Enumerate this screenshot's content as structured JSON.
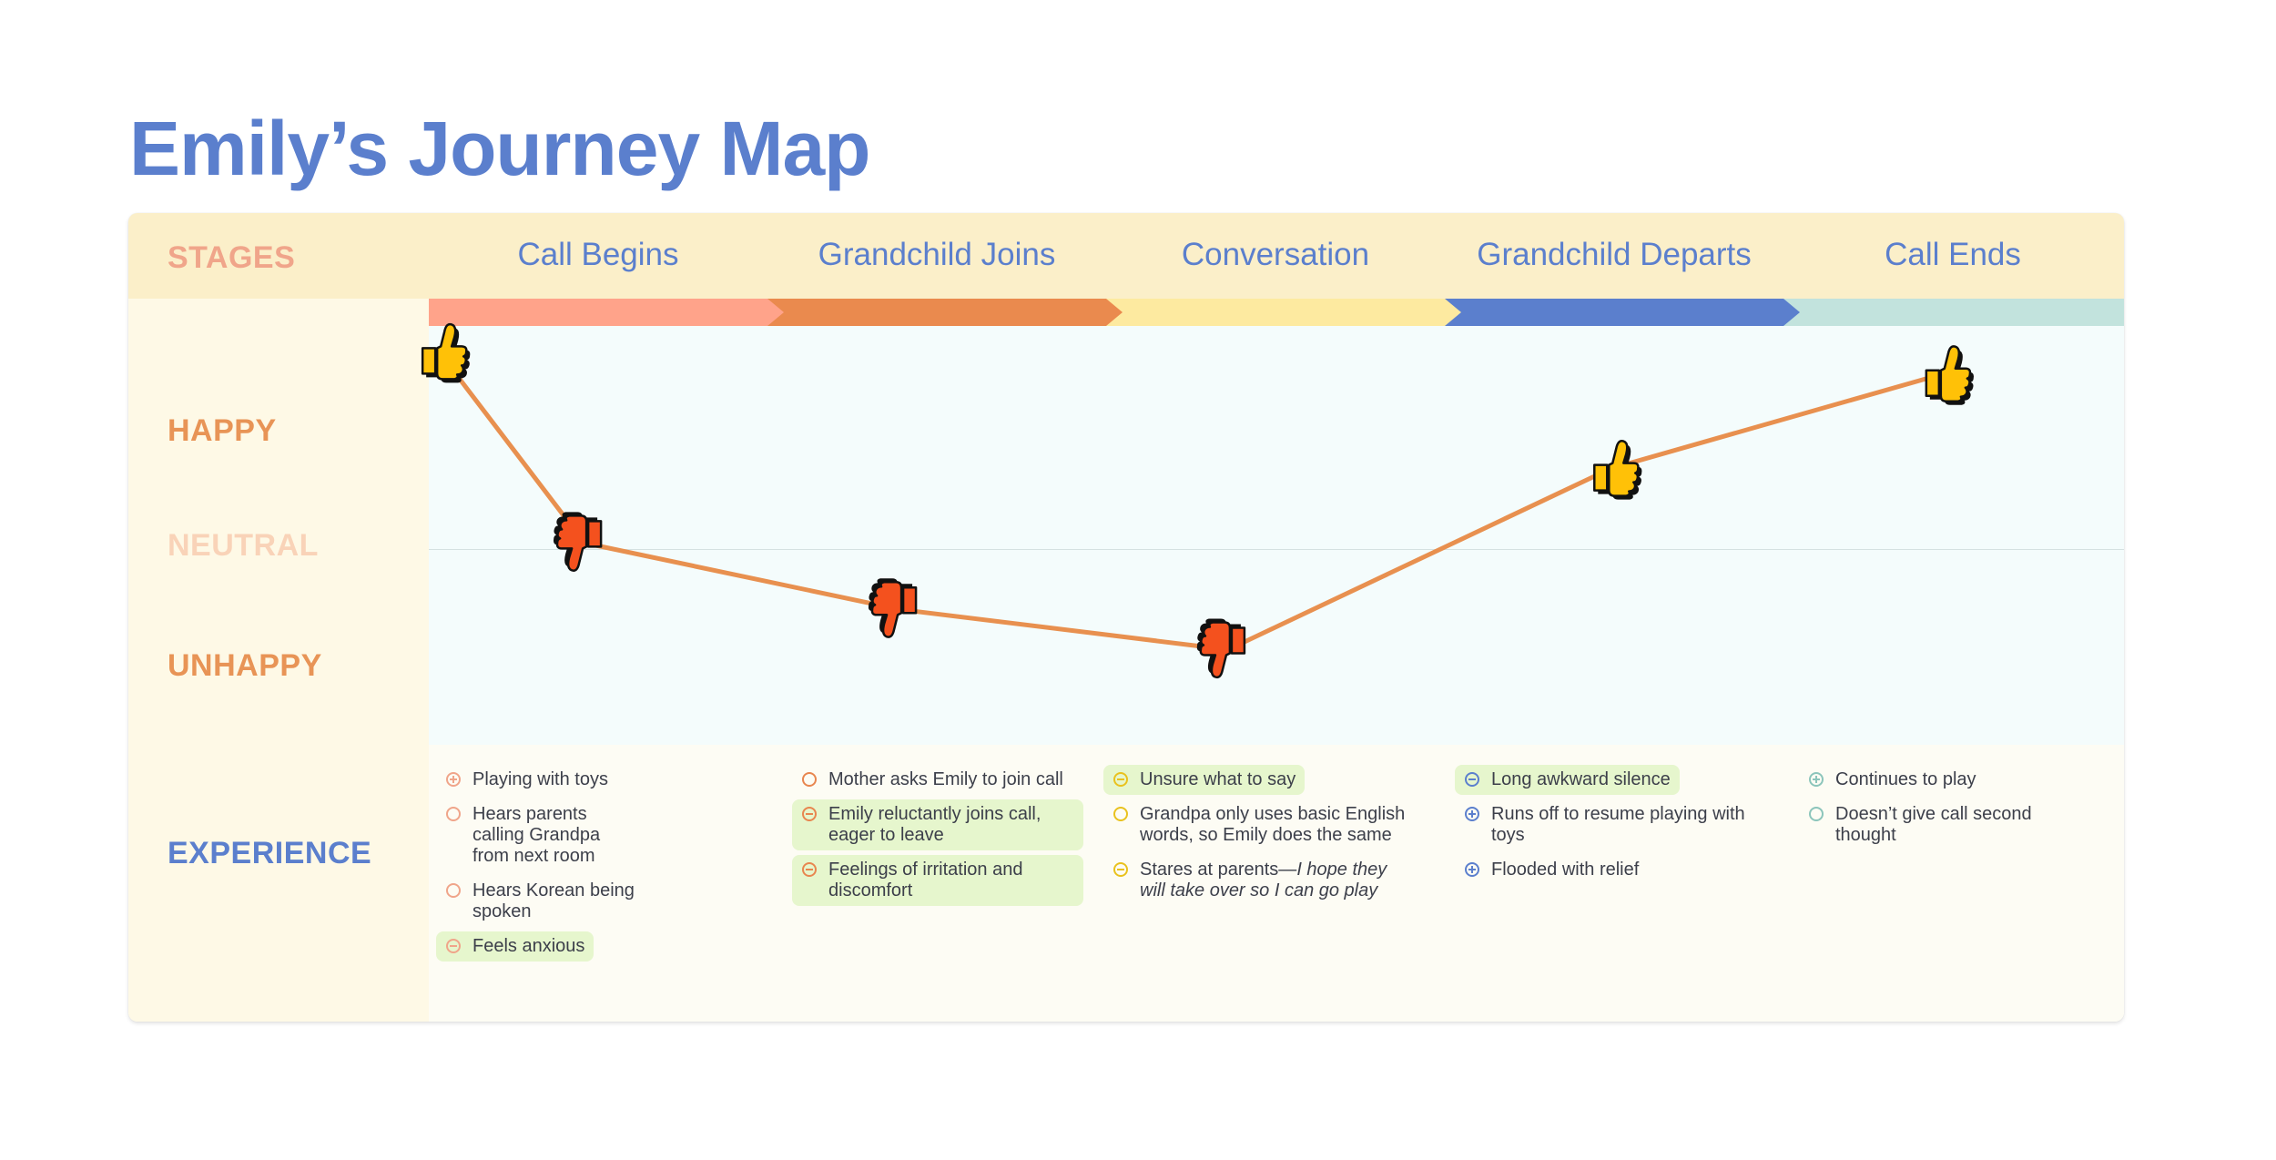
{
  "title": "Emily’s Journey Map",
  "row_labels": {
    "stages": "STAGES",
    "happy": "HAPPY",
    "neutral": "NEUTRAL",
    "unhappy": "UNHAPPY",
    "experience": "EXPERIENCE"
  },
  "stages": [
    {
      "name": "Call Begins",
      "color": "#ffa38a"
    },
    {
      "name": "Grandchild Joins",
      "color": "#ea8a4e"
    },
    {
      "name": "Conversation",
      "color": "#fdeaa0"
    },
    {
      "name": "Grandchild Departs",
      "color": "#5b7fcd"
    },
    {
      "name": "Call Ends",
      "color": "#c2e3dd"
    }
  ],
  "colors": {
    "title": "#5b7fcd",
    "line": "#e8904f",
    "thumb_up": "#ffc107",
    "thumb_down": "#f4511e",
    "highlight": "#e6f6cd"
  },
  "chart_data": {
    "type": "line",
    "categories": [
      "Call Begins",
      "Grandchild Joins",
      "Conversation",
      "Grandchild Departs",
      "Call Ends"
    ],
    "ylim": [
      -1,
      1
    ],
    "ylabels": [
      "UNHAPPY",
      "NEUTRAL",
      "HAPPY"
    ],
    "points": [
      {
        "x": 0.03,
        "y": 0.98,
        "icon": "thumbs-up-icon"
      },
      {
        "x": 0.46,
        "y": 0.03,
        "icon": "thumbs-down-icon"
      },
      {
        "x": 1.39,
        "y": -0.3,
        "icon": "thumbs-down-icon"
      },
      {
        "x": 2.36,
        "y": -0.5,
        "icon": "thumbs-down-icon"
      },
      {
        "x": 3.49,
        "y": 0.4,
        "icon": "thumbs-up-icon"
      },
      {
        "x": 4.47,
        "y": 0.87,
        "icon": "thumbs-up-icon"
      }
    ]
  },
  "experience": [
    [
      {
        "text": "Playing with toys",
        "type": "positive",
        "highlight": false
      },
      {
        "text": "Hears parents calling Grandpa from next room",
        "type": "neutral",
        "highlight": false
      },
      {
        "text": "Hears Korean being spoken",
        "type": "neutral",
        "highlight": false
      },
      {
        "text": "Feels anxious",
        "type": "negative",
        "highlight": true
      }
    ],
    [
      {
        "text": "Mother asks Emily to join call",
        "type": "neutral",
        "highlight": false
      },
      {
        "text": "Emily reluctantly joins call, eager to leave",
        "type": "negative",
        "highlight": true
      },
      {
        "text": "Feelings of irritation and discomfort",
        "type": "negative",
        "highlight": true
      }
    ],
    [
      {
        "text": "Unsure what to say",
        "type": "negative",
        "highlight": true
      },
      {
        "text": "Grandpa only uses basic English words, so Emily does the same",
        "type": "neutral",
        "highlight": false
      },
      {
        "text": "Stares at parents—",
        "italic": "I hope they will take over so I can go play",
        "type": "negative",
        "highlight": false
      }
    ],
    [
      {
        "text": "Long awkward silence",
        "type": "negative",
        "highlight": true
      },
      {
        "text": "Runs off to resume playing with toys",
        "type": "positive",
        "highlight": false
      },
      {
        "text": "Flooded with relief",
        "type": "positive",
        "highlight": false
      }
    ],
    [
      {
        "text": "Continues to play",
        "type": "positive",
        "highlight": false
      },
      {
        "text": "Doesn’t give call second thought",
        "type": "neutral",
        "highlight": false
      }
    ]
  ]
}
